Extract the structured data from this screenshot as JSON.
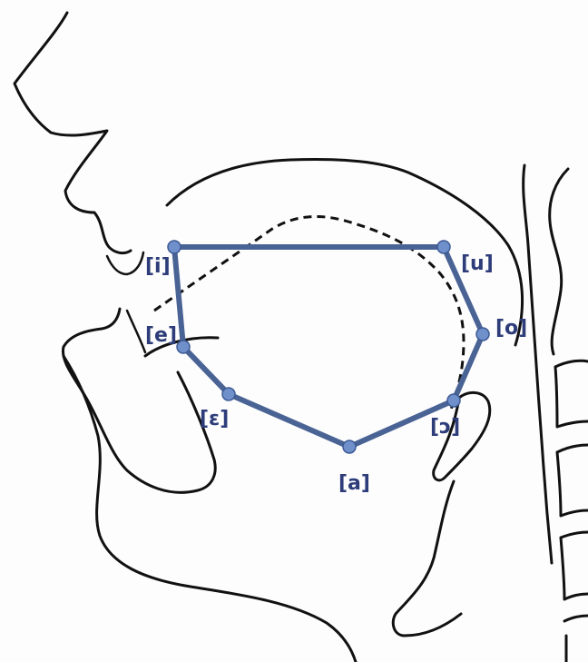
{
  "colors": {
    "quadrilateral": "#4a6395",
    "point_fill": "#7090cc",
    "point_stroke": "#3d5a94",
    "label": "#2e3d7a"
  },
  "vowels": [
    {
      "id": "i",
      "label": "[i]"
    },
    {
      "id": "u",
      "label": "[u]"
    },
    {
      "id": "o",
      "label": "[o]"
    },
    {
      "id": "open-o",
      "label": "[ɔ]"
    },
    {
      "id": "a",
      "label": "[a]"
    },
    {
      "id": "epsilon",
      "label": "[ɛ]"
    },
    {
      "id": "e",
      "label": "[e]"
    }
  ]
}
